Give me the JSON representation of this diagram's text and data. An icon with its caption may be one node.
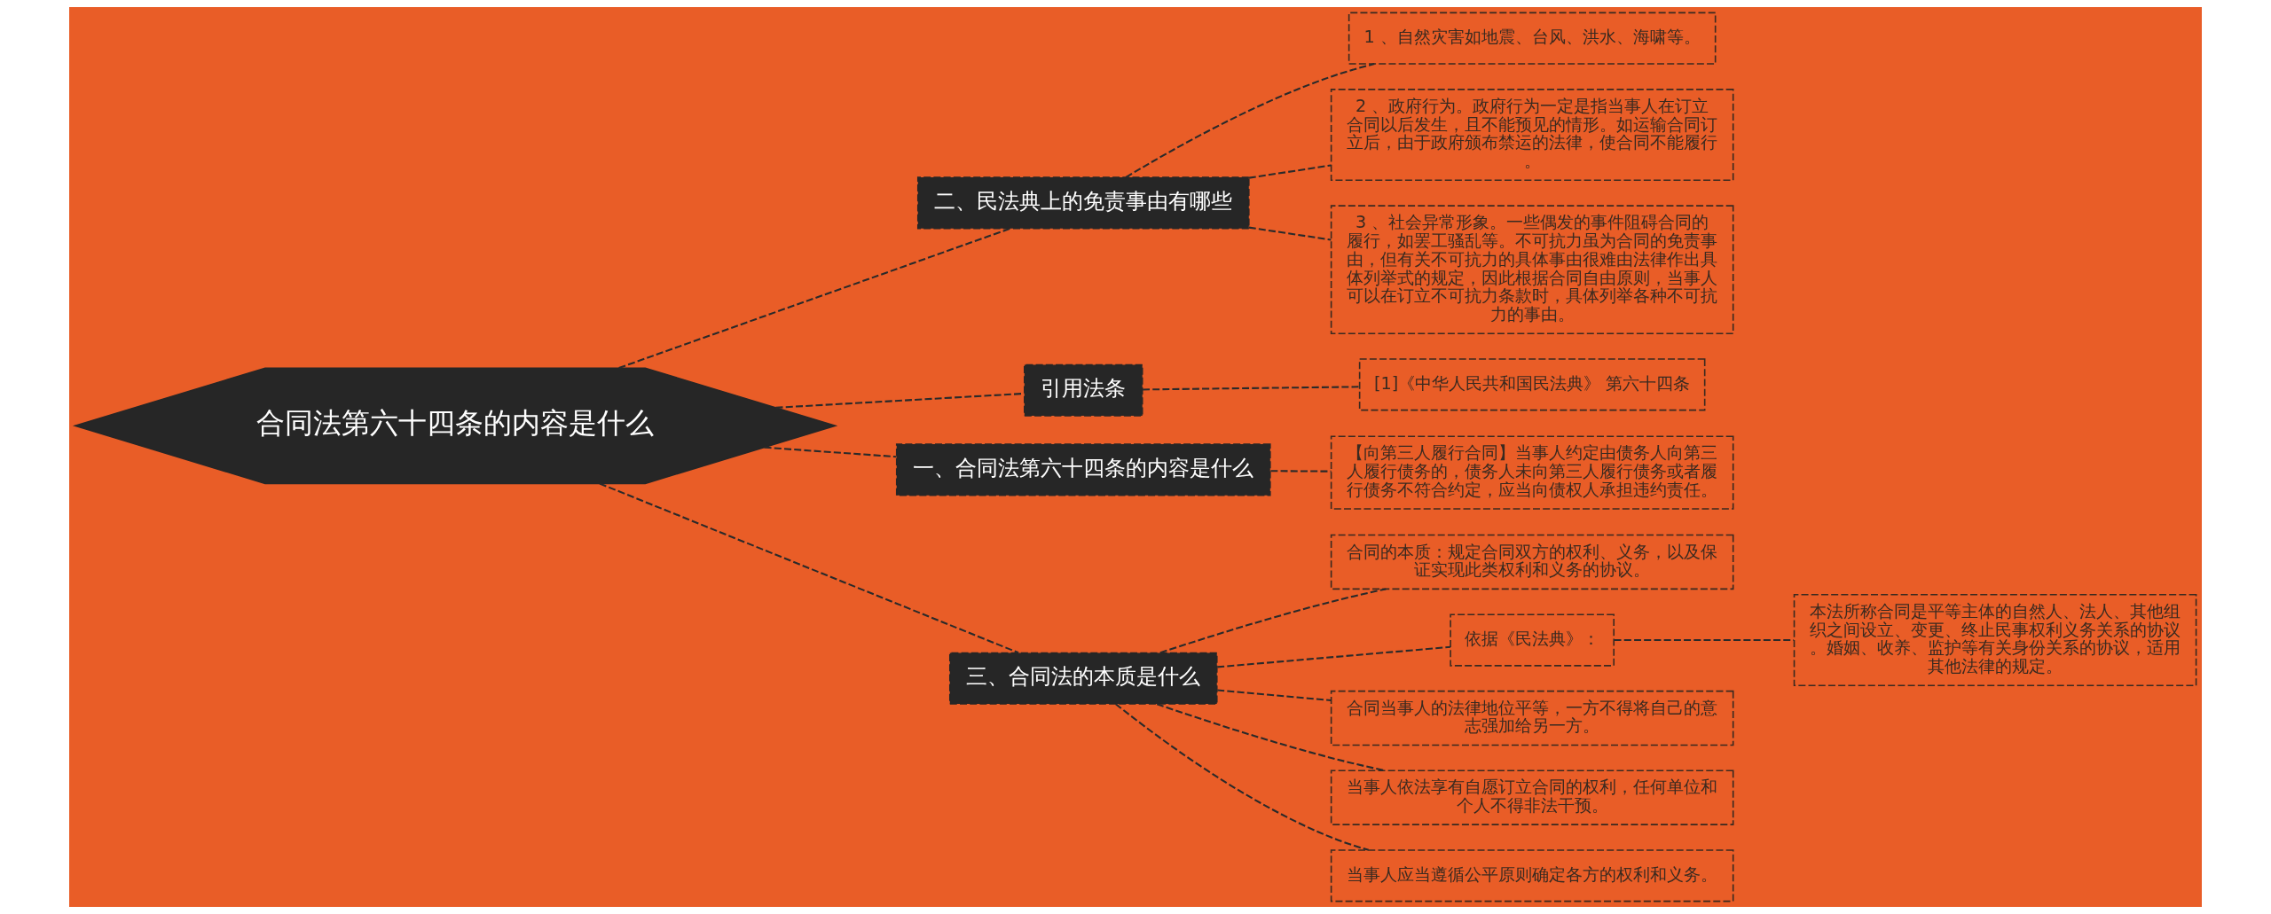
{
  "diagram": {
    "nodes": [
      {
        "text": [
          "合同法第六十四条的内容是什么"
        ]
      },
      {
        "text": [
          "二、民法典上的免责事由有哪些"
        ]
      },
      {
        "text": [
          "1 、自然灾害如地震、台风、洪水、海啸等。"
        ]
      },
      {
        "text": [
          "2 、政府行为。政府行为一定是指当事人在订立合同以后发生，且不能预见的情形。如运输合同订立后，由于政府颁布禁运的法律，使合同不能履行。"
        ]
      },
      {
        "text": [
          "3 、社会异常形象。一些偶发的事件阻碍合同的履行，如罢工骚乱等。不可抗力虽为合同的免责事由，但有关不可抗力的具体事由很难由法律作出具体列举式的规定，因此根据合同自由原则，当事人可以在订立不可抗力条款时，具体列举各种不可抗力的事由。"
        ]
      },
      {
        "text": [
          "引用法条"
        ]
      },
      {
        "text": [
          "[1]《中华人民共和国民法典》 第六十四条"
        ]
      },
      {
        "text": [
          "一、合同法第六十四条的内容是什么"
        ]
      },
      {
        "text": [
          "【向第三人履行合同】当事人约定由债务人向第三人履行债务的，债务人未向第三人履行债务或者履行债务不符合约定，应当向债权人承担违约责任。"
        ]
      },
      {
        "text": [
          "三、合同法的本质是什么"
        ]
      },
      {
        "text": [
          "合同的本质：规定合同双方的权利、义务，以及保证实现此类权利和义务的协议。"
        ]
      },
      {
        "text": [
          "依据《民法典》："
        ]
      },
      {
        "text": [
          "本法所称合同是平等主体的自然人、法人、其他组织之间设立、变更、终止民事权利义务关系的协议。婚姻、收养、监护等有关身份关系的协议，适用其他法律的规定。"
        ]
      },
      {
        "text": [
          "合同当事人的法律地位平等，一方不得将自己的意志强加给另一方。"
        ]
      },
      {
        "text": [
          "当事人依法享有自愿订立合同的权利，任何单位和个人不得非法干预。"
        ]
      },
      {
        "text": [
          "当事人应当遵循公平原则确定各方的权利和义务。"
        ]
      }
    ],
    "edges": [
      {
        "from": 0,
        "to": 1,
        "arrow": "none",
        "style": "dashed"
      },
      {
        "from": 1,
        "to": 2,
        "arrow": "none",
        "style": "dashed"
      },
      {
        "from": 1,
        "to": 3,
        "arrow": "none",
        "style": "dashed"
      },
      {
        "from": 1,
        "to": 4,
        "arrow": "none",
        "style": "dashed"
      },
      {
        "from": 0,
        "to": 5,
        "arrow": "none",
        "style": "dashed"
      },
      {
        "from": 5,
        "to": 6,
        "arrow": "none",
        "style": "dashed"
      },
      {
        "from": 0,
        "to": 7,
        "arrow": "none",
        "style": "dashed"
      },
      {
        "from": 7,
        "to": 8,
        "arrow": "none",
        "style": "dashed"
      },
      {
        "from": 0,
        "to": 9,
        "arrow": "none",
        "style": "dashed"
      },
      {
        "from": 9,
        "to": 10,
        "arrow": "none",
        "style": "dashed"
      },
      {
        "from": 9,
        "to": 11,
        "arrow": "none",
        "style": "dashed"
      },
      {
        "from": 11,
        "to": 12,
        "arrow": "none",
        "style": "dashed"
      },
      {
        "from": 9,
        "to": 13,
        "arrow": "none",
        "style": "dashed"
      },
      {
        "from": 9,
        "to": 14,
        "arrow": "none",
        "style": "dashed"
      },
      {
        "from": 9,
        "to": 15,
        "arrow": "none",
        "style": "dashed"
      }
    ]
  }
}
